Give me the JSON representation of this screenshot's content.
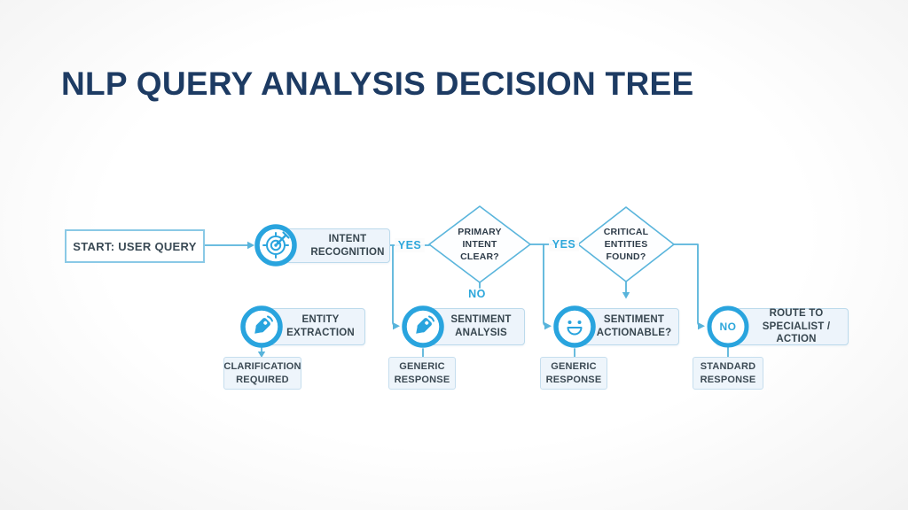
{
  "title": "NLP QUERY ANALYSIS DECISION TREE",
  "colors": {
    "title_navy": "#1d3b63",
    "icon_blue": "#29a4de",
    "line_blue": "#58b4db",
    "edge_label_blue": "#2da7db",
    "node_fill": "#edf4fb",
    "node_border": "#bcdaec",
    "node_text": "#37464f",
    "background": "#fbfbfb"
  },
  "nodes": {
    "start": "START: USER QUERY",
    "intent_recognition": "INTENT\nRECOGNITION",
    "entity_extraction": "ENTITY\nEXTRACTION",
    "sentiment_analysis": "SENTIMENT\nANALYSIS",
    "sentiment_actionable": "SENTIMENT\nACTIONABLE?",
    "route_to_specialist": "ROUTE TO\nSPECIALIST / ACTION",
    "clarification_required": "CLARIFICATION\nREQUIRED",
    "generic_response_1": "GENERIC\nRESPONSE",
    "generic_response_2": "GENERIC\nRESPONSE",
    "standard_response": "STANDARD\nRESPONSE"
  },
  "decisions": {
    "primary_intent": "PRIMARY\nINTENT\nCLEAR?",
    "critical_entities": "CRITICAL\nENTITIES\nFOUND?"
  },
  "edge_labels": {
    "yes_1": "YES",
    "yes_2": "YES",
    "no_1": "NO",
    "no_badge": "NO"
  },
  "icons": {
    "intent_recognition": "target-icon",
    "entity_extraction": "tag-icon",
    "sentiment_analysis": "tag-icon",
    "sentiment_actionable": "smiley-icon",
    "route_to_specialist": "no-badge-circle"
  }
}
